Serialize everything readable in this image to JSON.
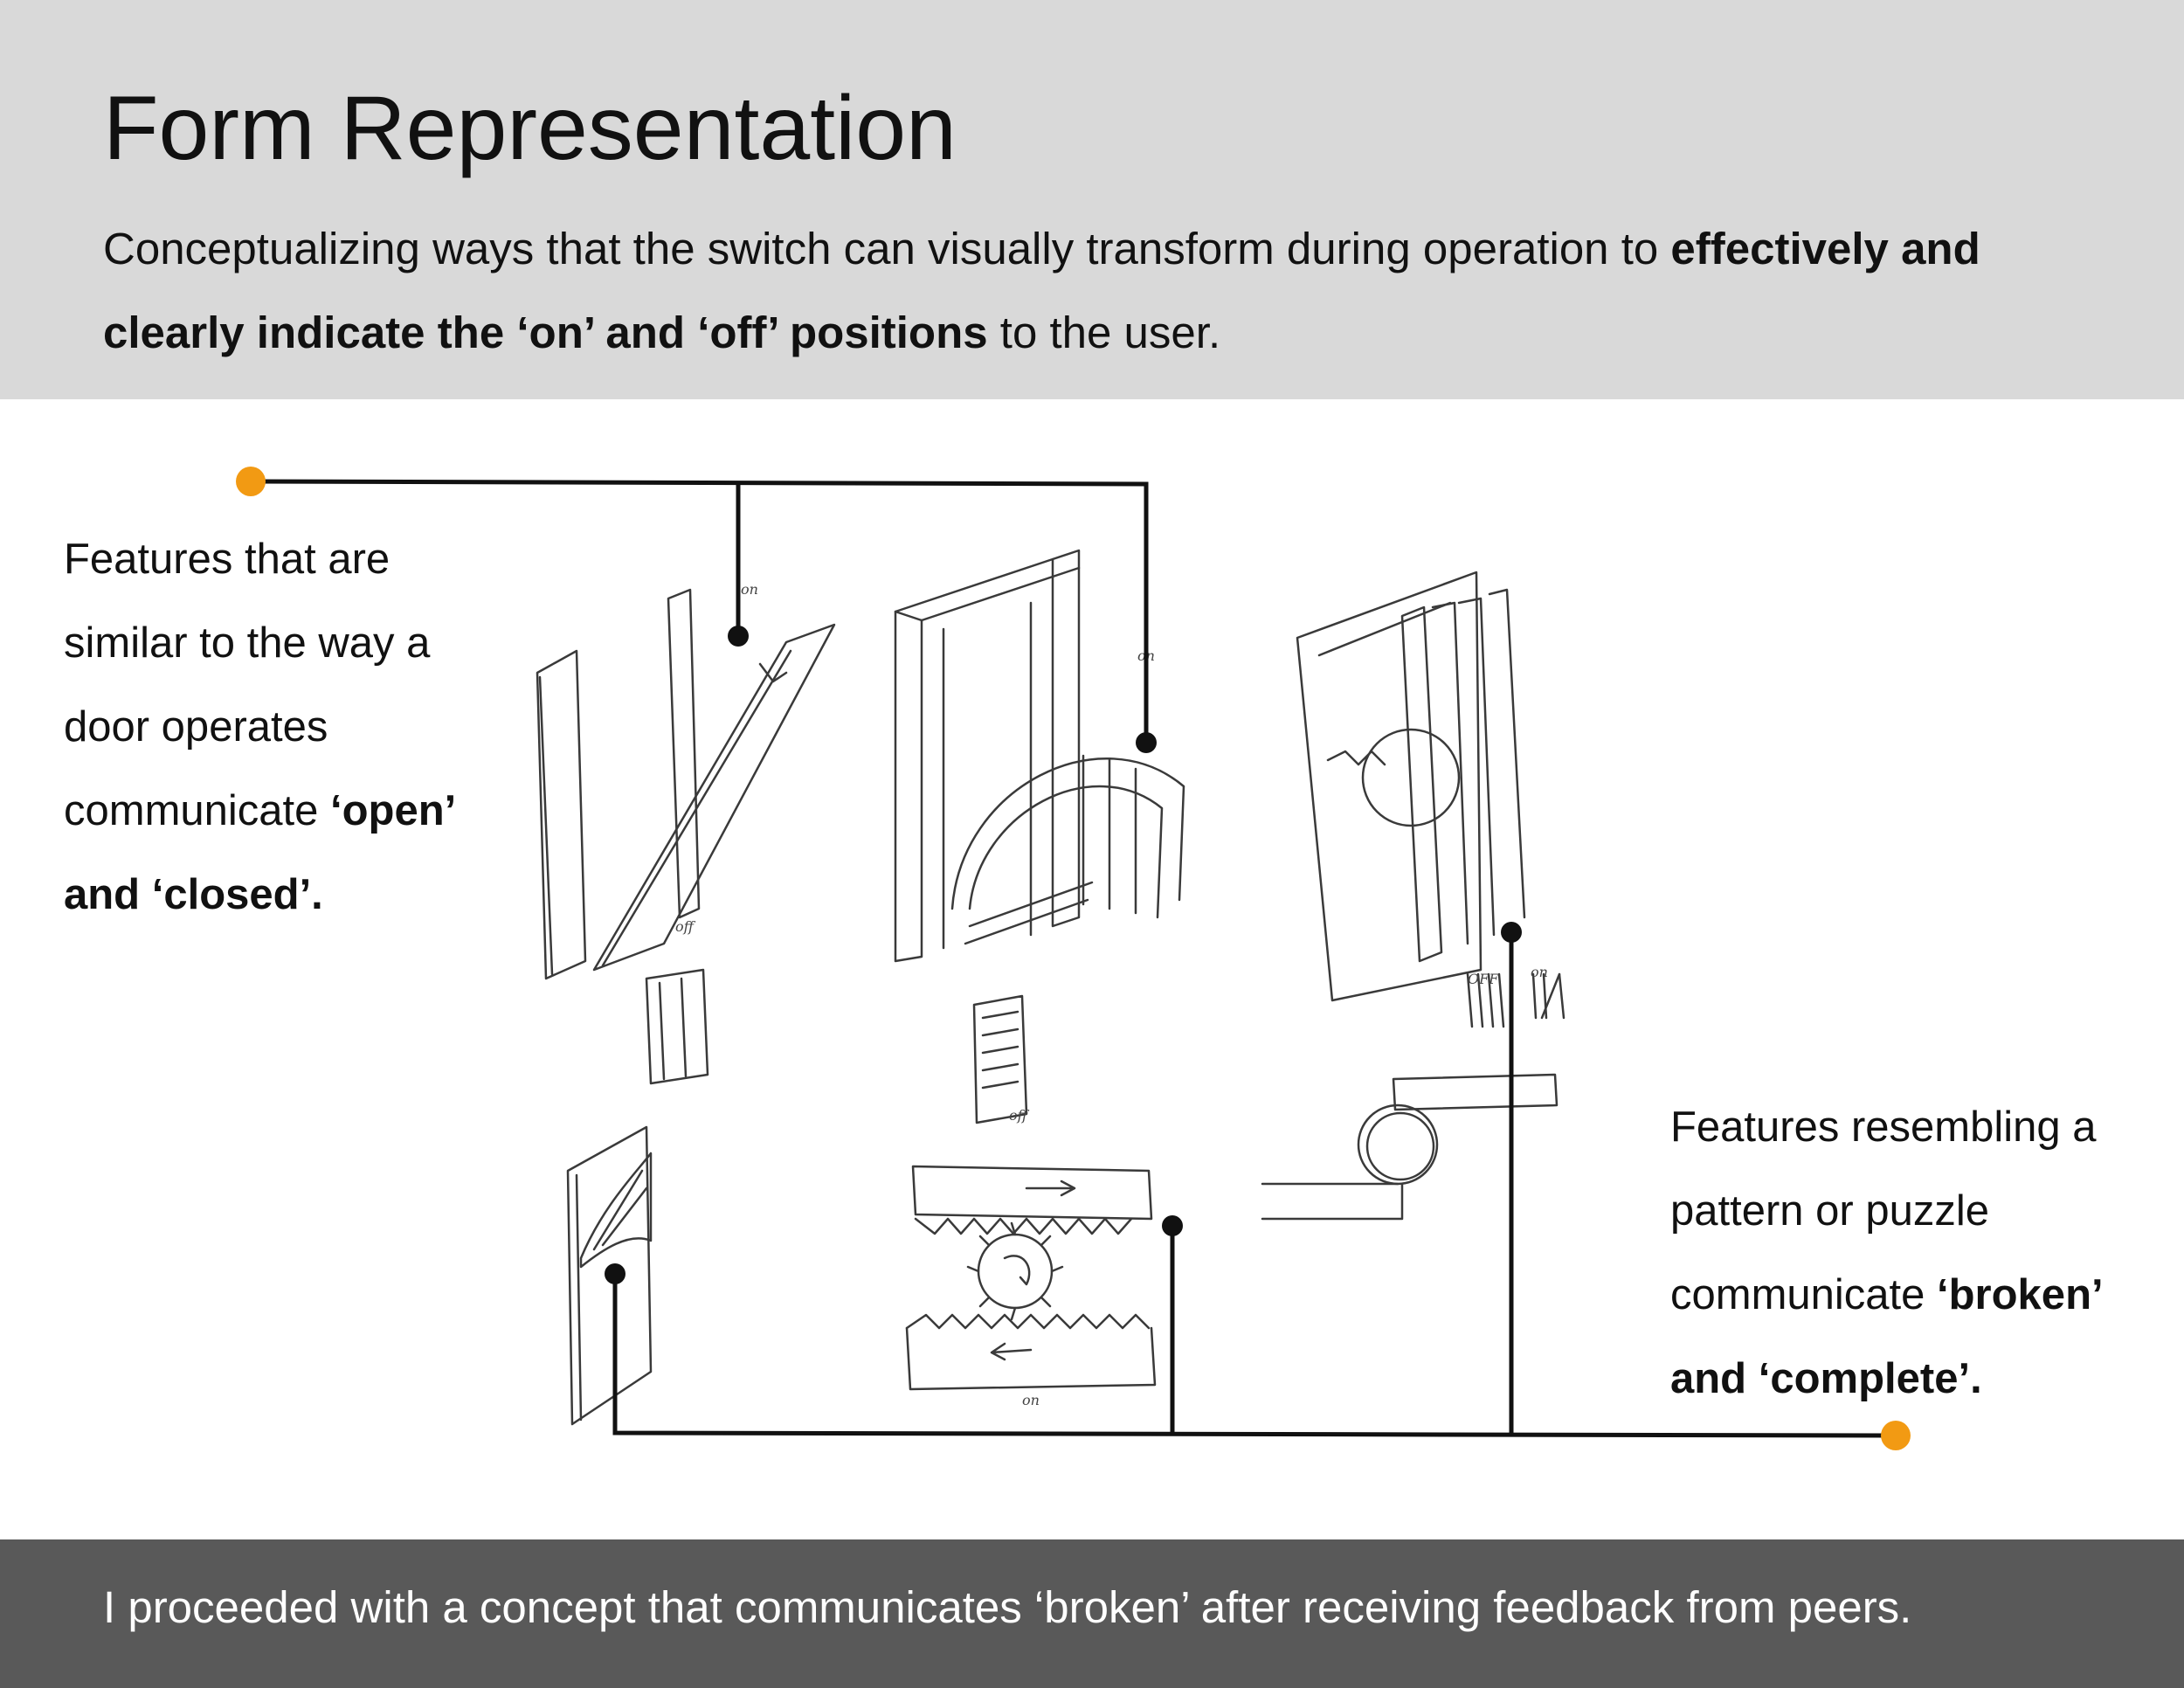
{
  "header": {
    "title": "Form Representation",
    "subtitle_plain_1": "Conceptualizing ways that the switch can visually transform during operation to ",
    "subtitle_bold": "effectively and clearly indicate the ‘on’ and ‘off’ positions",
    "subtitle_plain_2": " to the user."
  },
  "annotations": {
    "left": {
      "text": "Features that are similar to the way a door operates communicate ",
      "bold": "‘open’ and ‘closed’."
    },
    "right": {
      "text": "Features resembling a pattern or puzzle communicate ",
      "bold_1": "‘broken’",
      "text_2": " ",
      "bold_2": "and ‘complete’."
    }
  },
  "sketch_labels": {
    "off_1": "off",
    "on_1": "on",
    "off_2": "off",
    "on_2": "on",
    "off_3": "OFF",
    "on_3": "on",
    "on_4": "on"
  },
  "footer": {
    "text": "I proceeded with a concept that communicates ‘broken’ after receiving feedback from peers."
  },
  "colors": {
    "header_bg": "#d9d9d9",
    "footer_bg": "#595959",
    "accent_dot": "#f29a13",
    "connector": "#111111"
  }
}
